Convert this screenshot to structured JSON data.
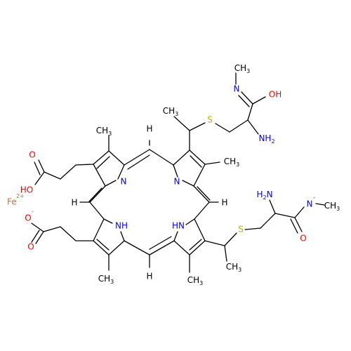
{
  "atoms": {
    "fe": "Fe",
    "fe_charge": "2+",
    "n_left": "N",
    "n_right": "N",
    "nh_left": "NH",
    "nh_right": "HN",
    "h_top": "H",
    "h_left": "H",
    "h_right": "H",
    "h_bottom": "H",
    "me_tl": "CH3",
    "me_tr": "CH3",
    "me_bl": "CH3",
    "me_br": "CH3",
    "me_ch_top": "CH3",
    "me_ch_bot": "CH3",
    "s_top": "S",
    "s_bot": "S",
    "nh2_top": "NH2",
    "nh2_bot": "H2N",
    "imine_n": "N",
    "imine_me": "CH3",
    "imine_oh": "OH",
    "amide_n": "N",
    "amide_n_charge": "-",
    "amide_me": "CH3",
    "amide_o": "O",
    "acid_o": "O",
    "acid_oh": "HO",
    "carboxylate_o": "O",
    "carboxylate_o_minus": "O",
    "carboxylate_charge": "-"
  },
  "colors": {
    "bond": "#000000",
    "carbon_label": "#000000",
    "nitrogen": "#0000ff",
    "oxygen": "#ff0000",
    "sulfur": "#b2b200",
    "iron": "#e06633"
  }
}
